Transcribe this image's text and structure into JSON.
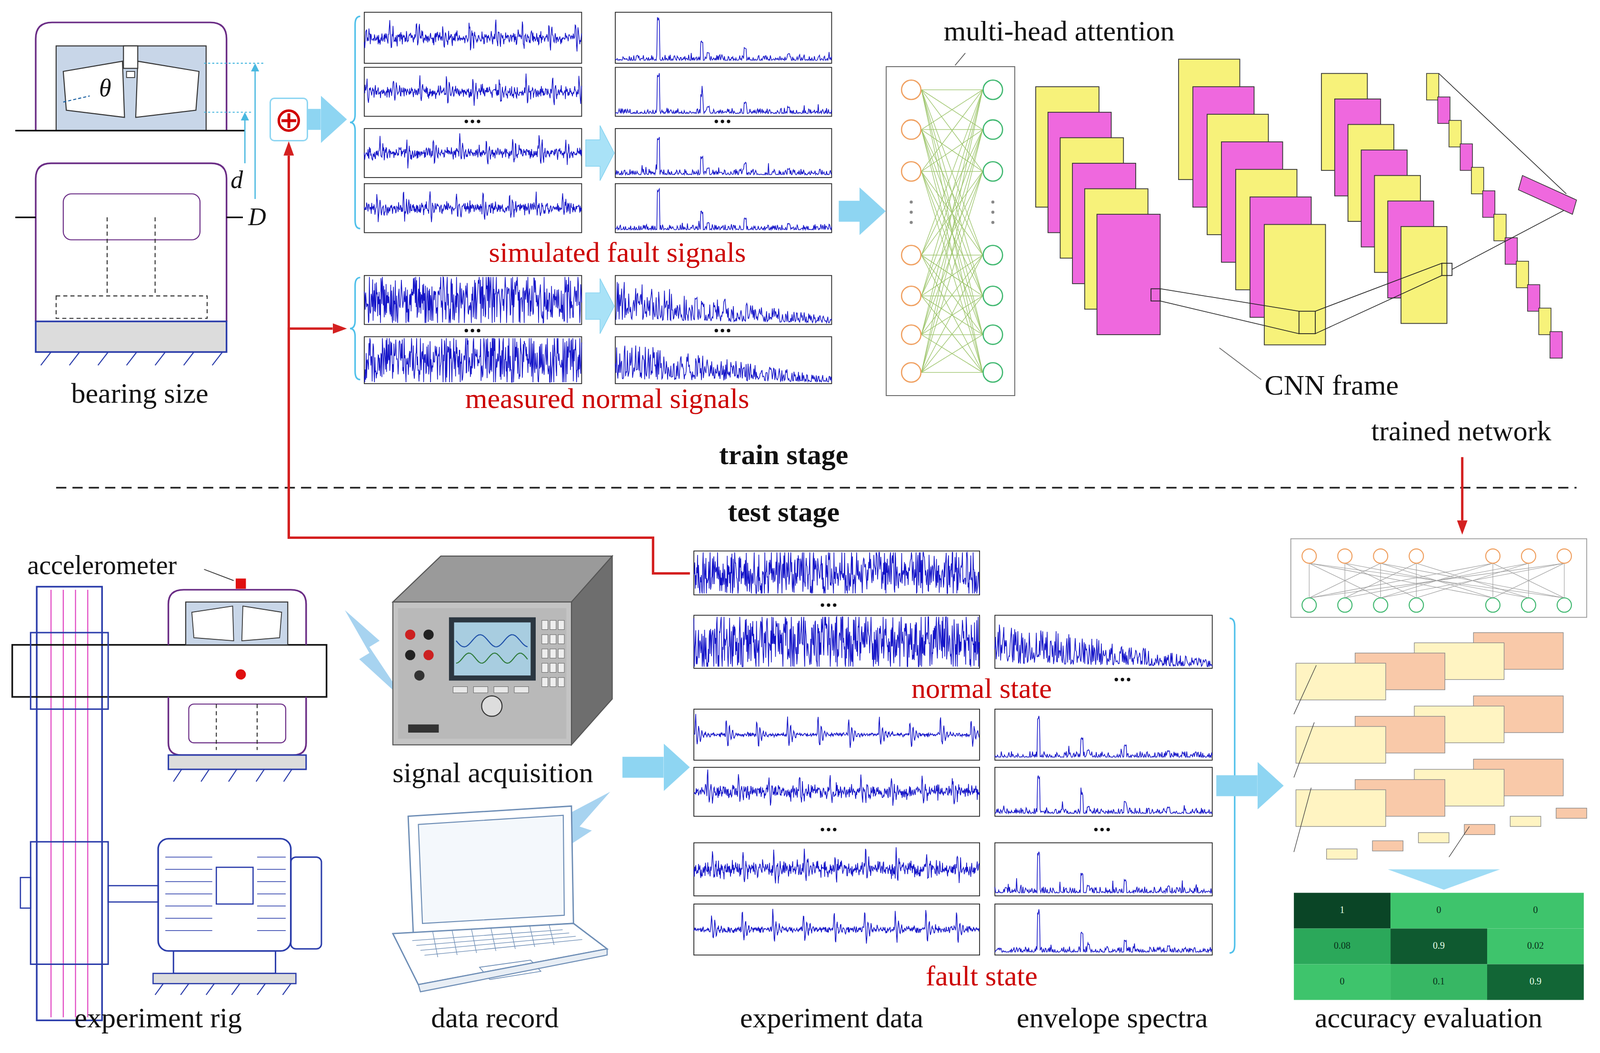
{
  "diagram": {
    "nodes": [
      {
        "text": [
          "bearing size"
        ]
      },
      {
        "text": [
          "⊕"
        ]
      },
      {
        "text": [
          "simulated fault signals"
        ]
      },
      {
        "text": [
          "measured normal signals"
        ]
      },
      {
        "text": [
          "multi-head attention"
        ]
      },
      {
        "text": [
          "CNN frame"
        ]
      },
      {
        "text": [
          "trained network"
        ]
      },
      {
        "text": [
          "experiment rig"
        ]
      },
      {
        "text": [
          "signal acquisition"
        ]
      },
      {
        "text": [
          "data record"
        ]
      },
      {
        "text": [
          "experiment data"
        ]
      },
      {
        "text": [
          "envelope spectra"
        ]
      },
      {
        "text": [
          "accuracy evaluation"
        ]
      }
    ],
    "edges": [
      {
        "from": 1,
        "to": 2,
        "arrow": "to"
      },
      {
        "from": 2,
        "to": 4,
        "arrow": "to"
      },
      {
        "from": 10,
        "to": 1,
        "arrow": "to"
      },
      {
        "from": 10,
        "to": 3,
        "arrow": "to"
      },
      {
        "from": 6,
        "to": 12,
        "arrow": "to"
      },
      {
        "from": 8,
        "to": 10,
        "arrow": "to"
      },
      {
        "from": 11,
        "to": 12,
        "arrow": "to"
      }
    ],
    "labels": [
      "θ",
      "d",
      "D",
      "train stage",
      "test stage",
      "accelerometer",
      "normal state",
      "fault state",
      "1",
      "0",
      "0",
      "0.08",
      "0.9",
      "0.02",
      "0",
      "0.1",
      "0.9"
    ]
  }
}
